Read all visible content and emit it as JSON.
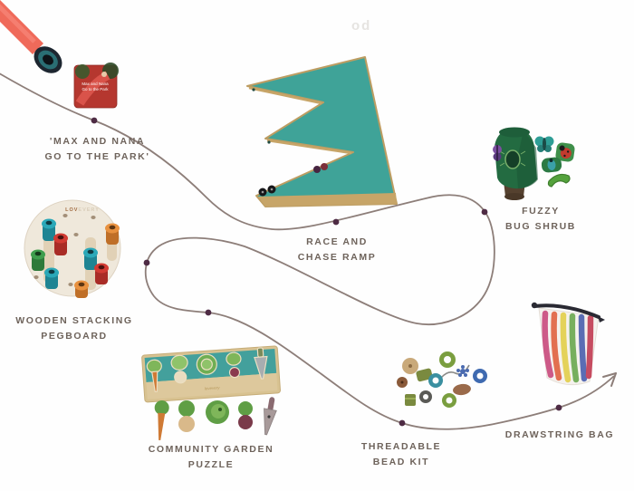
{
  "partial_top_text": "od",
  "connector": {
    "line_color": "#8d7e79",
    "dot_color": "#4e2b44",
    "dot_count": 7,
    "ends_with": "arrowhead"
  },
  "items": {
    "book": {
      "label_line1": "'MAX AND NANA",
      "label_line2": "GO TO THE PARK'",
      "cover_title_line1": "Max and Nana",
      "cover_title_line2": "Go to the Park"
    },
    "ramp": {
      "label_line1": "RACE AND",
      "label_line2": "CHASE RAMP"
    },
    "shrub": {
      "label_line1": "FUZZY",
      "label_line2": "BUG SHRUB"
    },
    "pegboard": {
      "label_line1": "WOODEN STACKING",
      "label_line2": "PEGBOARD",
      "brand_dark": "LOV",
      "brand_light": "EVERY"
    },
    "puzzle": {
      "label_line1": "COMMUNITY GARDEN",
      "label_line2": "PUZZLE",
      "brand": "lovevery"
    },
    "beads": {
      "label_line1": "THREADABLE",
      "label_line2": "BEAD KIT"
    },
    "bag": {
      "label_line1": "DRAWSTRING BAG"
    }
  },
  "colors": {
    "label_text": "#6e635b",
    "ramp_teal": "#3fa398",
    "ramp_wood": "#c7a568",
    "pole_coral": "#ef6a5a",
    "book_cover_red": "#b5372f",
    "shrub_green": "#236b41",
    "pegboard_cream": "#efe8db",
    "peg_teal": "#2ba8b8",
    "peg_red": "#d23b33",
    "peg_orange": "#e8913f",
    "peg_green": "#3f9e4d",
    "puzzle_teal": "#43a09c",
    "puzzle_sand": "#ddc89c",
    "bag_stripes": [
      "#c94a7d",
      "#e0633f",
      "#e3cf4a",
      "#6aa84f",
      "#4a5fae",
      "#c23b52"
    ]
  }
}
